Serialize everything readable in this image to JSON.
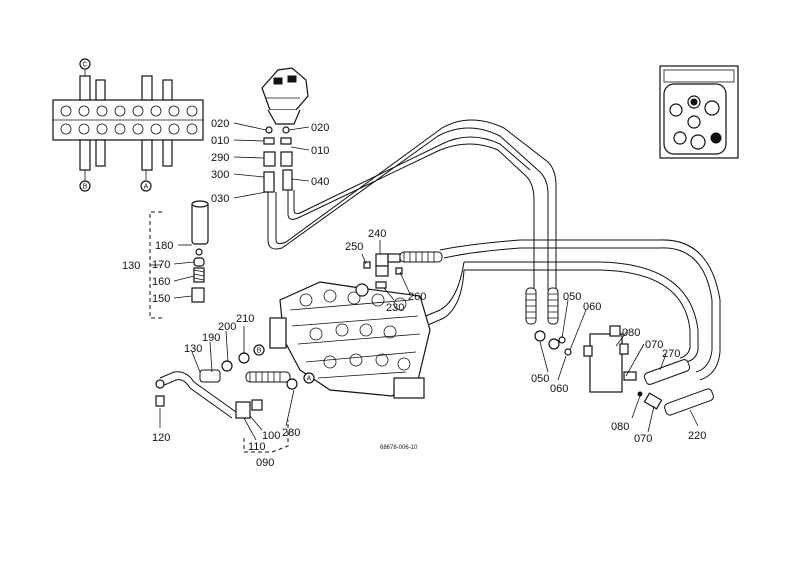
{
  "drawing_code": "68678-006-10",
  "letter_marks": {
    "A": "A",
    "B": "B",
    "C": "C"
  },
  "part_labels": {
    "p020a": "020",
    "p010a": "010",
    "p290": "290",
    "p300": "300",
    "p030": "030",
    "p020b": "020",
    "p010b": "010",
    "p040": "040",
    "p180": "180",
    "p130a": "130",
    "p170": "170",
    "p160": "160",
    "p150": "150",
    "p250": "250",
    "p240": "240",
    "p230": "230",
    "p260": "260",
    "p210": "210",
    "p200": "200",
    "p190": "190",
    "p130b": "130",
    "p120": "120",
    "p100": "100",
    "p110": "110",
    "p090": "090",
    "p280": "280",
    "p050a": "050",
    "p060a": "060",
    "p050b": "050",
    "p060b": "060",
    "p080a": "080",
    "p070a": "070",
    "p270": "270",
    "p080b": "080",
    "p070b": "070",
    "p220": "220"
  }
}
